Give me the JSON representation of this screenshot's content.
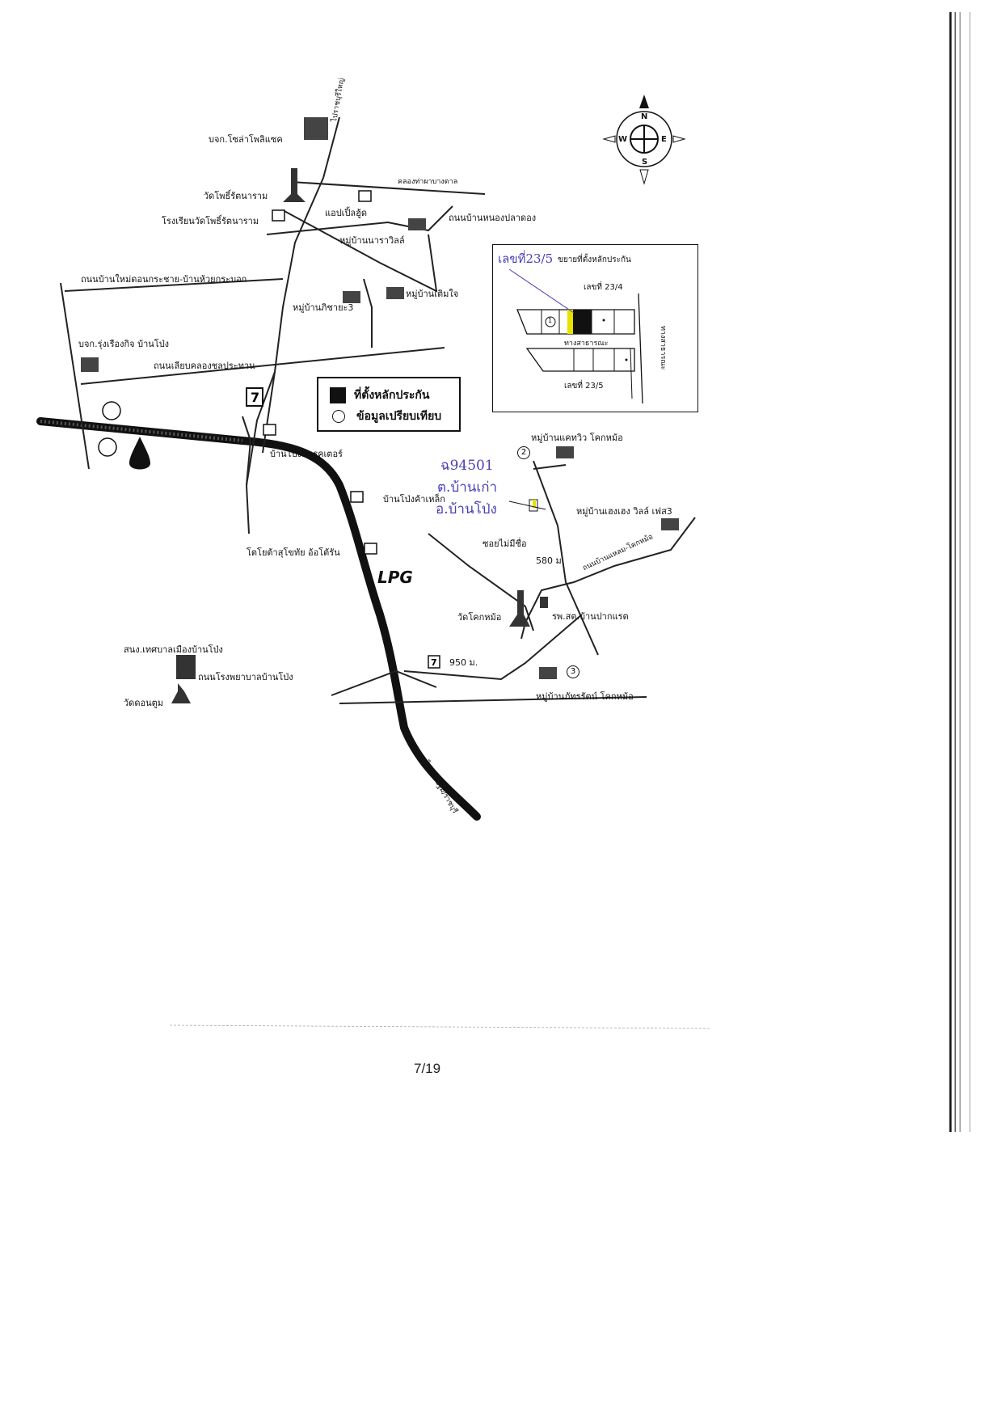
{
  "document": {
    "page_number": "7/19"
  },
  "legend": {
    "collateral": "ที่ตั้งหลักประกัน",
    "comparison": "ข้อมูลเปรียบเทียบ"
  },
  "inset": {
    "title": "ขยายที่ตั้งหลักประกัน",
    "handwritten": "เลขที่23/5",
    "plot_top": "เลขที่ 23/4",
    "plot_bottom": "เลขที่ 23/5",
    "road_h": "ทางสาธารณะ",
    "road_v": "ทางสาธารณะ",
    "marker": "1"
  },
  "handwriting": {
    "line1": "ฉ94501",
    "line2": "ต.บ้านเก่า",
    "line3": "อ.บ้านโป่ง"
  },
  "labels": {
    "factory_top": "บจก.โซล่าโพลิแซค",
    "temple_top": "วัดโพธิ์รัตนาราม",
    "school": "โรงเรียนวัดโพธิ์รัตนาราม",
    "apple_school": "แอปเปิ้ลฮู้ด",
    "canal_top": "คลองท่าผาบางตาล",
    "road_nongpladong": "ถนนบ้านหนองปลาดอง",
    "village_nara": "หมู่บ้านนาราวิลล์",
    "road_ban_mai": "ถนนบ้านใหม่ดอนกระชาย-บ้านห้วยกระบอก",
    "village_phichai": "หมู่บ้านภิชายะ3",
    "village_toemjai": "หมู่บ้านเติมใจ",
    "factory_rung": "บจก.รุ่งเรืองกิจ บ้านโป่ง",
    "road_canal": "ถนนเลียบคลองชลประทาน",
    "road_north": "ไปราชบุรีใหญ่",
    "banpong_traktor": "บ้านโป่งแทรคเตอร์",
    "banpong_steel": "บ้านโป่งค้าเหล็ก",
    "toyota": "โตโยต้าสุโขทัย อ้อโต้รัน",
    "lpg": "LPG",
    "village_sattawi": "หมู่บ้านแคทวิว โคกหม้อ",
    "village_sengheng": "หมู่บ้านเฮงเฮง วิลล์ เฟส3",
    "soi_unnamed": "ซอยไม่มีชื่อ",
    "dist_580": "580 ม.",
    "road_khok_mo": "ถนนบ้านแหลม-โคกหม้อ",
    "temple_khokmo": "วัดโคกหม้อ",
    "hospital": "รพ.สต.บ้านปากแรต",
    "municipal": "สนง.เทศบาลเมืองบ้านโป่ง",
    "road_school": "ถนนโรงพยาบาลบ้านโป่ง",
    "temple_donum": "วัดดอนตูม",
    "dist_950": "950 ม.",
    "village_patsarat": "หมู่บ้านภัทรรัตน์ โคกหม้อ",
    "road_south": "ไปนครปฐม/ราชบุรี",
    "num2": "2",
    "num3": "3",
    "seven": "7"
  },
  "compass": {
    "n": "N",
    "s": "S",
    "e": "E",
    "w": "W"
  }
}
